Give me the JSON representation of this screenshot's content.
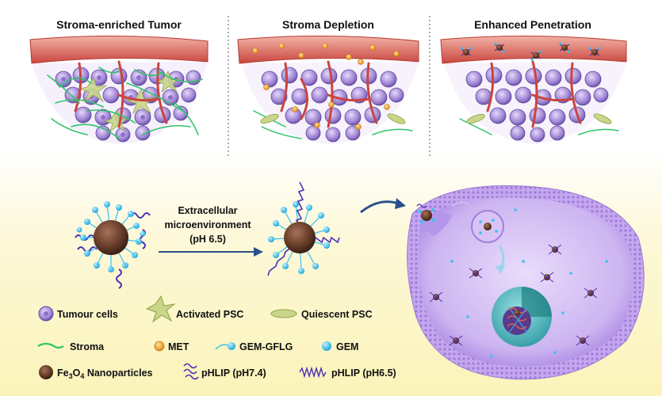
{
  "panels": [
    {
      "title": "Stroma-enriched Tumor"
    },
    {
      "title": "Stroma Depletion"
    },
    {
      "title": "Enhanced Penetration"
    }
  ],
  "process": {
    "line1": "Extracellular",
    "line2": "microenvironment",
    "line3": "(pH 6.5)"
  },
  "legend": {
    "tumour_cells": "Tumour cells",
    "activated_psc": "Activated PSC",
    "quiescent_psc": "Quiescent PSC",
    "stroma": "Stroma",
    "met": "MET",
    "gem_gflg": "GEM-GFLG",
    "gem": "GEM",
    "fe_prefix": "Fe",
    "fe_sub1": "3",
    "fe_mid": "O",
    "fe_sub2": "4",
    "fe_suffix": " Nanoparticles",
    "phlip74": "pHLIP (pH7.4)",
    "phlip65": "pHLIP (pH6.5)"
  },
  "colors": {
    "vessel": "#c9453e",
    "tumour": "#9b7fd0",
    "stroma": "#2fc46a",
    "met": "#f3a42a",
    "gem": "#36c2ee",
    "fe": "#6a3f2a",
    "phlip": "#4b2fb5",
    "cell_membrane": "#b69ae6"
  }
}
